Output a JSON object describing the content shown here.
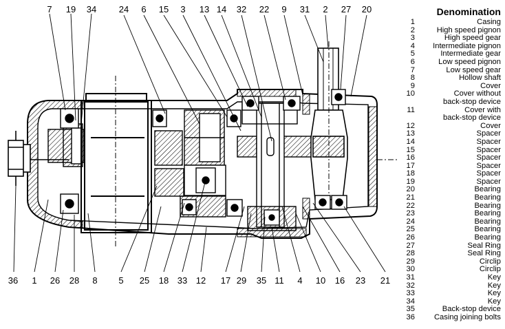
{
  "legend": {
    "title": "Denomination",
    "items": [
      {
        "num": "1",
        "name": "Casing"
      },
      {
        "num": "2",
        "name": "High speed pignon"
      },
      {
        "num": "3",
        "name": "High speed gear"
      },
      {
        "num": "4",
        "name": "Intermediate pignon"
      },
      {
        "num": "5",
        "name": "Intermediate gear"
      },
      {
        "num": "6",
        "name": "Low speed pignon"
      },
      {
        "num": "7",
        "name": "Low speed gear"
      },
      {
        "num": "8",
        "name": "Hollow shaft"
      },
      {
        "num": "9",
        "name": "Cover"
      },
      {
        "num": "10",
        "name": "Cover without"
      },
      {
        "num": "",
        "name": "back-stop device"
      },
      {
        "num": "11",
        "name": "Cover with"
      },
      {
        "num": "",
        "name": "back-stop device"
      },
      {
        "num": "12",
        "name": "Cover"
      },
      {
        "num": "13",
        "name": "Spacer"
      },
      {
        "num": "14",
        "name": "Spacer"
      },
      {
        "num": "15",
        "name": "Spacer"
      },
      {
        "num": "16",
        "name": "Spacer"
      },
      {
        "num": "17",
        "name": "Spacer"
      },
      {
        "num": "18",
        "name": "Spacer"
      },
      {
        "num": "19",
        "name": "Spacer"
      },
      {
        "num": "20",
        "name": "Bearing"
      },
      {
        "num": "21",
        "name": "Bearing"
      },
      {
        "num": "22",
        "name": "Bearing"
      },
      {
        "num": "23",
        "name": "Bearing"
      },
      {
        "num": "24",
        "name": "Bearing"
      },
      {
        "num": "25",
        "name": "Bearing"
      },
      {
        "num": "26",
        "name": "Bearing"
      },
      {
        "num": "27",
        "name": "Seal Ring"
      },
      {
        "num": "28",
        "name": "Seal Ring"
      },
      {
        "num": "29",
        "name": "Circlip"
      },
      {
        "num": "30",
        "name": "Circlip"
      },
      {
        "num": "31",
        "name": "Key"
      },
      {
        "num": "32",
        "name": "Key"
      },
      {
        "num": "33",
        "name": "Key"
      },
      {
        "num": "34",
        "name": "Key"
      },
      {
        "num": "35",
        "name": "Back-stop device"
      },
      {
        "num": "36",
        "name": "Casing joining bolts"
      }
    ]
  },
  "callouts": {
    "top": [
      "7",
      "19",
      "34",
      "24",
      "6",
      "15",
      "3",
      "13",
      "14",
      "32",
      "22",
      "9",
      "31",
      "2",
      "27",
      "20"
    ],
    "bottom": [
      "36",
      "1",
      "26",
      "28",
      "8",
      "5",
      "25",
      "18",
      "33",
      "12",
      "17",
      "29",
      "35",
      "11",
      "4",
      "10",
      "16",
      "23",
      "21"
    ]
  }
}
